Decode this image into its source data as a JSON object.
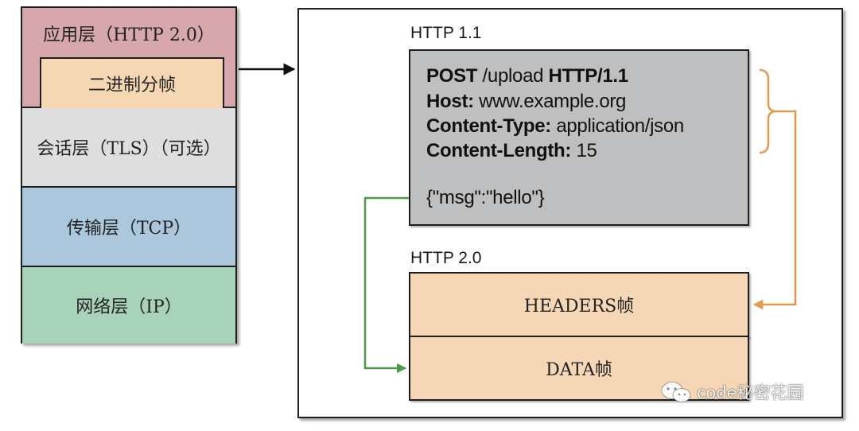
{
  "stack": {
    "app_layer": "应用层（HTTP 2.0）",
    "framing": "二进制分帧",
    "tls_layer": "会话层（TLS）（可选）",
    "tcp_layer": "传输层（TCP）",
    "ip_layer": "网络层（IP）"
  },
  "http11": {
    "label": "HTTP 1.1",
    "method": "POST",
    "path": " /upload ",
    "version": "HTTP/1.1",
    "host_key": "Host:",
    "host_val": " www.example.org",
    "ctype_key": "Content-Type:",
    "ctype_val": " application/json",
    "clen_key": "Content-Length:",
    "clen_val": " 15",
    "body": "{\"msg\":\"hello\"}"
  },
  "http2": {
    "label": "HTTP 2.0",
    "headers_frame": "HEADERS帧",
    "data_frame": "DATA帧"
  },
  "colors": {
    "app_layer": "#d6a7ab",
    "framing": "#f5d8b3",
    "tls_layer": "#dedede",
    "tcp_layer": "#aac7dc",
    "ip_layer": "#a9d3b9",
    "http11_box": "#bdbfc0",
    "frames": "#f6d7b5",
    "headers_arrow": "#e29a4f",
    "data_arrow": "#4f9a4a"
  },
  "watermark": {
    "text": "code秘密花园",
    "icon": "wechat-icon"
  }
}
